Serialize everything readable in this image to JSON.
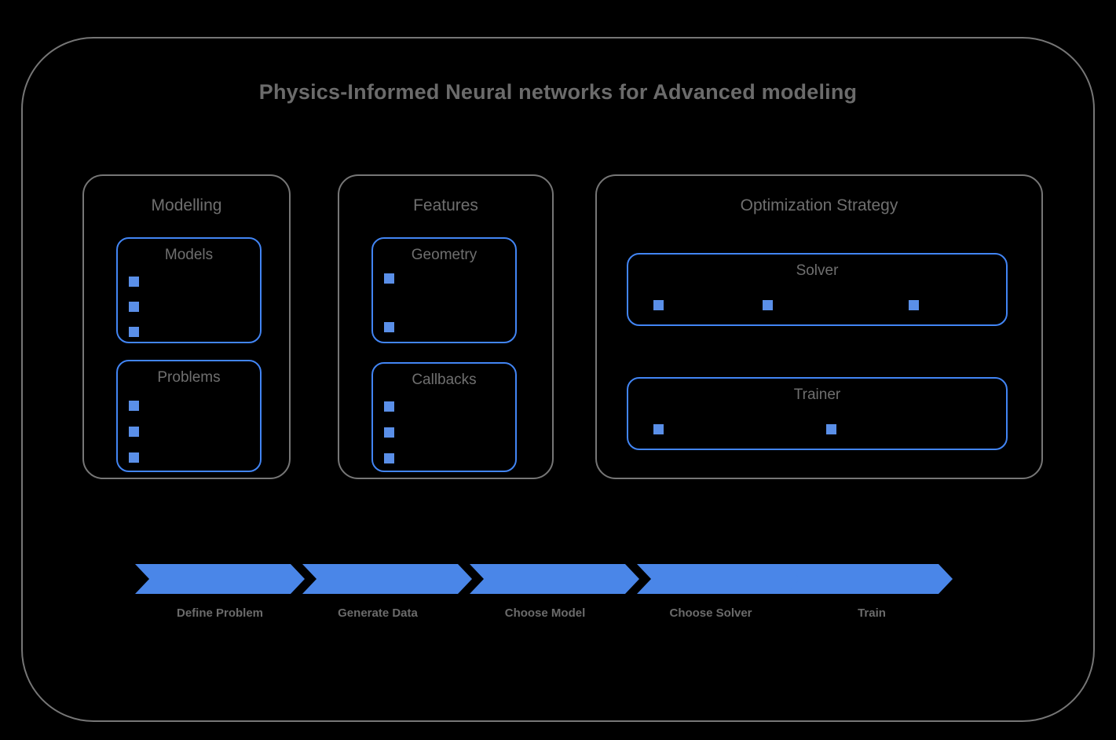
{
  "diagram": {
    "title": "Physics-Informed Neural networks for Advanced modeling",
    "colors": {
      "background": "#000000",
      "frame_border": "#767676",
      "accent_blue": "#4285f4",
      "chevron_blue": "#4a86e8",
      "text_gray": "#6b6b6b"
    },
    "groups": [
      {
        "id": "modelling",
        "label": "Modelling",
        "boxes": [
          {
            "id": "models",
            "label": "Models",
            "bullet_count": 3,
            "bullet_layout": "vertical"
          },
          {
            "id": "problems",
            "label": "Problems",
            "bullet_count": 3,
            "bullet_layout": "vertical"
          }
        ]
      },
      {
        "id": "features",
        "label": "Features",
        "boxes": [
          {
            "id": "geometry",
            "label": "Geometry",
            "bullet_count": 2,
            "bullet_layout": "vertical-spread"
          },
          {
            "id": "callbacks",
            "label": "Callbacks",
            "bullet_count": 3,
            "bullet_layout": "vertical"
          }
        ]
      },
      {
        "id": "optimization",
        "label": "Optimization Strategy",
        "boxes": [
          {
            "id": "solver",
            "label": "Solver",
            "bullet_count": 3,
            "bullet_layout": "horizontal"
          },
          {
            "id": "trainer",
            "label": "Trainer",
            "bullet_count": 2,
            "bullet_layout": "horizontal"
          }
        ]
      }
    ],
    "process_flow": {
      "steps": [
        {
          "label": "Define Problem"
        },
        {
          "label": "Generate Data"
        },
        {
          "label": "Choose Model"
        },
        {
          "label": "Choose Solver"
        },
        {
          "label": "Train"
        }
      ]
    }
  }
}
